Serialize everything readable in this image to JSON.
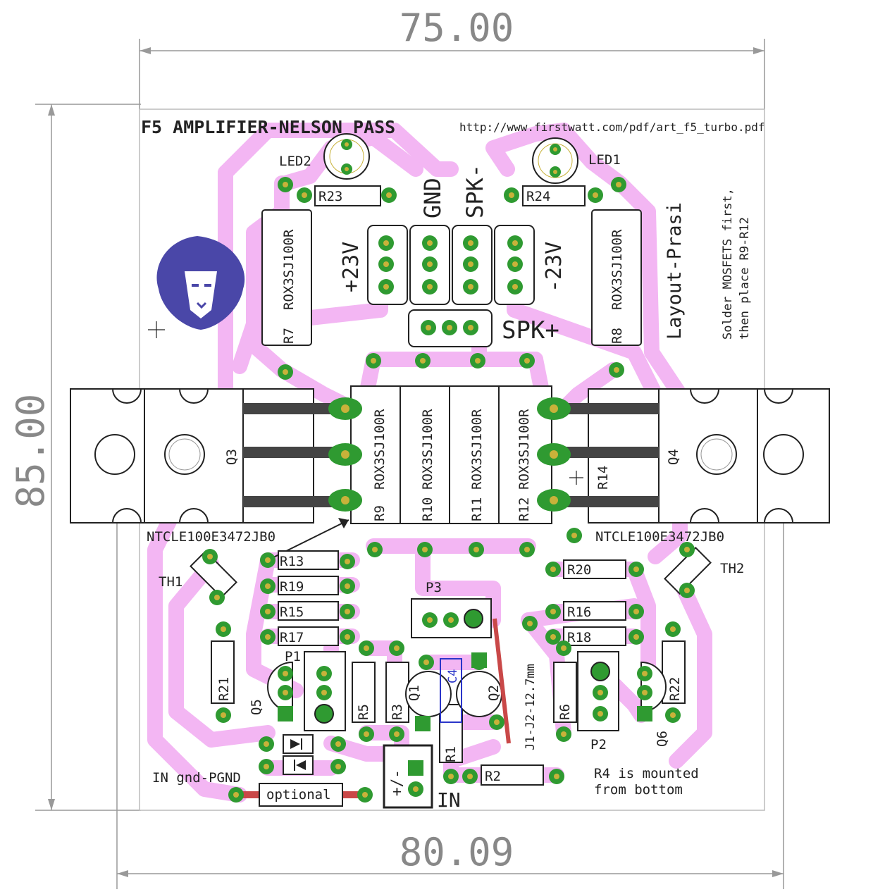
{
  "dimensions": {
    "width_top": "75.00",
    "height_left": "85.00",
    "width_bottom": "80.09"
  },
  "header": {
    "title": "F5 AMPLIFIER-NELSON PASS",
    "url": "http://www.firstwatt.com/pdf/art_f5_turbo.pdf"
  },
  "notes": {
    "solder_line1": "Solder MOSFETS first,",
    "solder_line2": "then place R9-R12",
    "layout_credit": "Layout-Prasi",
    "r4_line1": "R4 is mounted",
    "r4_line2": "from bottom",
    "in_gnd": "IN gnd-PGND",
    "optional": "optional",
    "jumper": "J1-J2-12.7mm"
  },
  "connectors": {
    "plus23": "+23V",
    "gnd": "GND",
    "spk_minus": "SPK-",
    "minus23": "-23V",
    "spk_plus": "SPK+",
    "in": "IN",
    "in_polarity": "+/-"
  },
  "parts": {
    "LED1": "LED1",
    "LED2": "LED2",
    "R23": "R23",
    "R24": "R24",
    "R7": "R7",
    "R8": "R8",
    "rox": "ROX3SJ100R",
    "R9": "R9",
    "R10": "R10",
    "R11": "R11",
    "R12": "R12",
    "Q3": "Q3",
    "Q4": "Q4",
    "R14": "R14",
    "ntc": "NTCLE100E3472JB0",
    "TH1": "TH1",
    "TH2": "TH2",
    "R13": "R13",
    "R19": "R19",
    "R15": "R15",
    "R17": "R17",
    "R20": "R20",
    "R16": "R16",
    "R18": "R18",
    "P1": "P1",
    "P2": "P2",
    "P3": "P3",
    "R21": "R21",
    "R22": "R22",
    "Q5": "Q5",
    "Q6": "Q6",
    "R5": "R5",
    "R3": "R3",
    "Q1": "Q1",
    "Q2": "Q2",
    "R6": "R6",
    "R1": "R1",
    "R2": "R2",
    "C4": "C4"
  },
  "icons": {
    "logo": "lion-logo-icon"
  },
  "colors": {
    "trace": "#f3b6f3",
    "pad": "#2f9a31",
    "drill": "#c8b23a",
    "jumper": "#c94848",
    "silk": "#222222",
    "dimension": "#888888",
    "logo": "#4a47a8"
  }
}
